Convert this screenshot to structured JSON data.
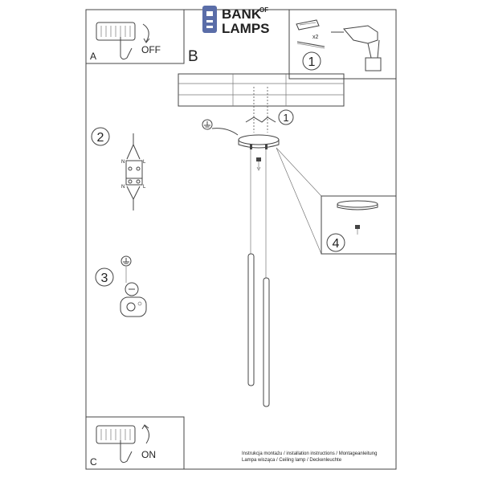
{
  "brand": {
    "line1_main": "BANK",
    "line1_small": "OF",
    "line2": "LAMPS",
    "color": "#5a6da8"
  },
  "panels": {
    "a": {
      "letter": "A",
      "action": "OFF"
    },
    "b": {
      "letter": "B"
    },
    "c": {
      "letter": "C",
      "action": "ON"
    }
  },
  "steps": {
    "s1_tools": "1",
    "s1_canopy": "1",
    "s2": "2",
    "s3": "3",
    "s4": "4"
  },
  "labels": {
    "screw_qty": "x2",
    "n_top": "N",
    "l_top": "L",
    "n_bottom": "N",
    "l_bottom": "L"
  },
  "footer": {
    "line1": "Instrukcja montażu / installation instructions / Montageanleitung",
    "line2": "Lampa wisząca / Ceiling lamp / Deckenleuchte"
  }
}
